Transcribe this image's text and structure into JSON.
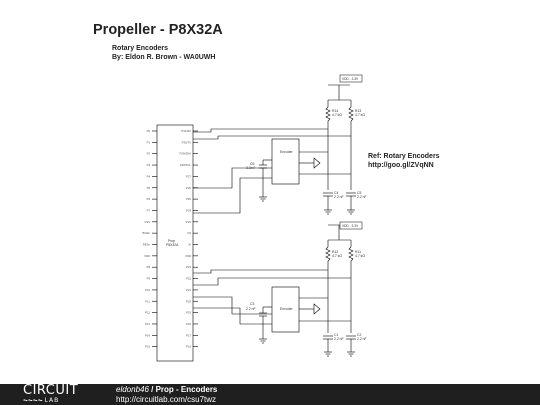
{
  "title": "Propeller - P8X32A",
  "subtitle_line1": "Rotary Encoders",
  "subtitle_line2": "By: Eldon R. Brown - WA0UWH",
  "ref_line1": "Ref: Rotary Encoders",
  "ref_line2": "http://goo.gl/ZVqNN",
  "chip": {
    "name_line1": "Prop",
    "name_line2": "P8X32A",
    "left_pins": [
      "P0",
      "P1",
      "P2",
      "P3",
      "P4",
      "P5",
      "P6",
      "P7",
      "VSS",
      "BOEn",
      "RESn",
      "VDD",
      "P8",
      "P9",
      "P10",
      "P11",
      "P12",
      "P13",
      "P14",
      "P15"
    ],
    "right_pins": [
      "P31/RX",
      "P30/TX",
      "P29/SDA",
      "P28/SCL",
      "P27",
      "P26",
      "P25",
      "P24",
      "VSS",
      "XO",
      "XI",
      "VDD",
      "P23",
      "P22",
      "P21",
      "P20",
      "P19",
      "P18",
      "P17",
      "P16"
    ]
  },
  "encoder_top": {
    "label": "Encoder",
    "vdd": "VDD - 3.3V",
    "r1_name": "R14",
    "r1_value": "4.7 kΩ",
    "r2_name": "R13",
    "r2_value": "4.7 kΩ",
    "cs_name": "C6",
    "cs_value": "3.3n F",
    "c1_name": "C4",
    "c1_value": "2.2 nF",
    "c2_name": "C5",
    "c2_value": "2.2 nF"
  },
  "encoder_bottom": {
    "label": "Encoder",
    "vdd": "VDD - 3.3V",
    "r1_name": "R12",
    "r1_value": "4.7 kΩ",
    "r2_name": "R11",
    "r2_value": "4.7 kΩ",
    "cs_name": "C3",
    "cs_value": "2.2 nF",
    "c1_name": "C1",
    "c1_value": "2.2 nF",
    "c2_name": "C2",
    "c2_value": "2.2 nF"
  },
  "footer": {
    "logo_top": "CIRCUIT",
    "logo_bottom": "LAB",
    "user": "eldonb46",
    "separator": " / ",
    "project": "Prop - Encoders",
    "url": "http://circuitlab.com/csu7twz"
  }
}
